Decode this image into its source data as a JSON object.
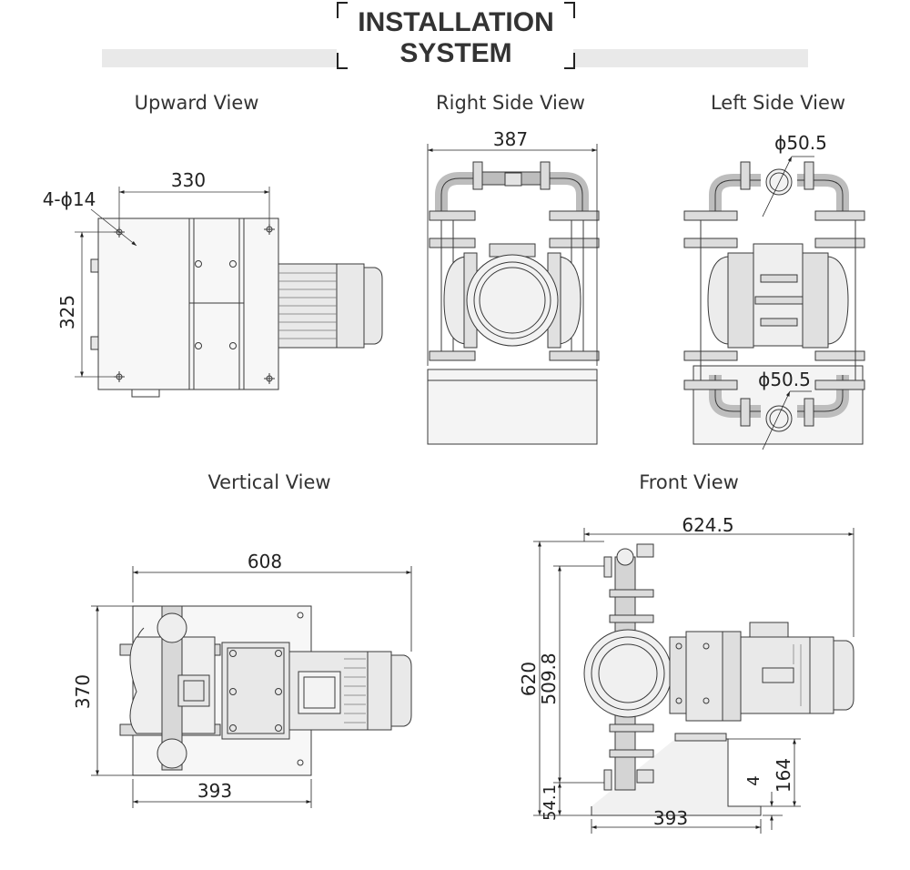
{
  "header": {
    "title_line1": "INSTALLATION",
    "title_line2": "SYSTEM"
  },
  "views": {
    "upward": {
      "label": "Upward View",
      "dim_width": "330",
      "dim_height": "325",
      "hole": "4-ϕ14"
    },
    "right_side": {
      "label": "Right Side View",
      "dim_width": "387"
    },
    "left_side": {
      "label": "Left Side View",
      "port_top": "ϕ50.5",
      "port_bottom": "ϕ50.5"
    },
    "vertical": {
      "label": "Vertical View",
      "dim_width": "608",
      "dim_height": "370",
      "dim_base": "393"
    },
    "front": {
      "label": "Front View",
      "dim_width": "624.5",
      "dim_total_height": "620",
      "dim_inlet_height": "509.8",
      "dim_outlet_height": "54.1",
      "dim_base": "393",
      "dim_foot": "4",
      "dim_mount": "164"
    }
  },
  "colors": {
    "line": "#3a3a3a",
    "metal": "#c8c8c8",
    "banner_bar": "#e9e9e9"
  }
}
